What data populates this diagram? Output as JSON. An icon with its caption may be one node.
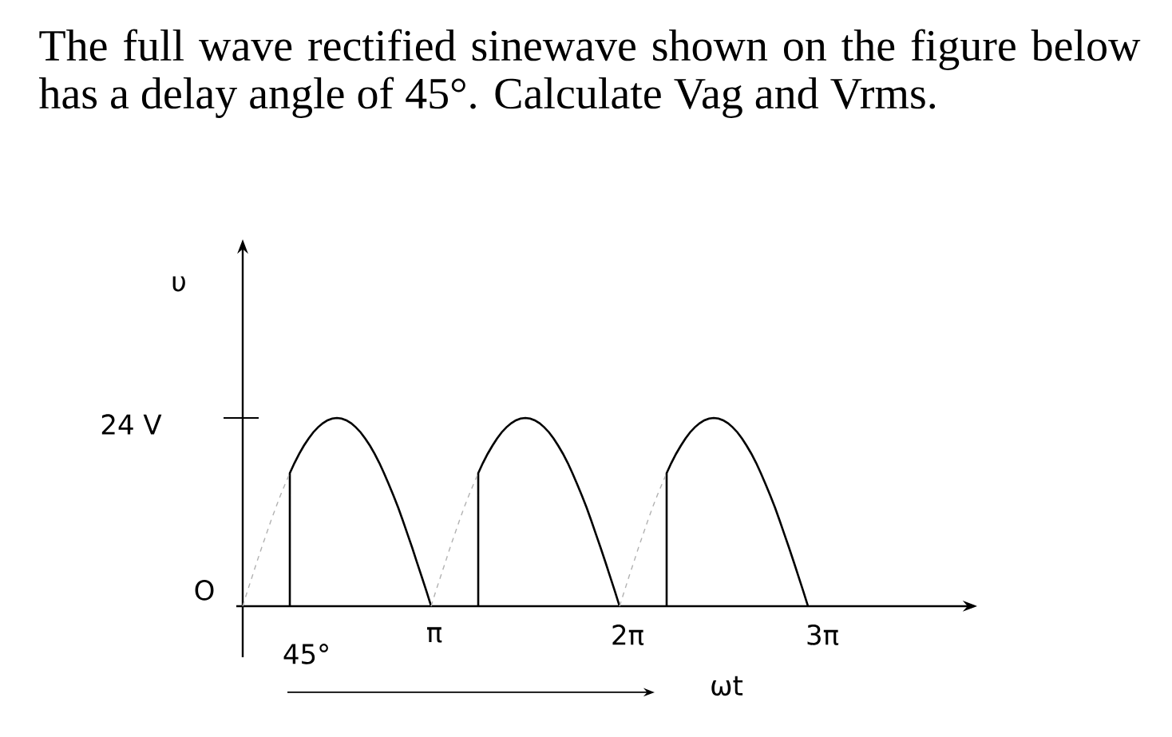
{
  "diagram": {
    "title": "The full wave rectified sinewave shown on the figure below has a delay angle of 45°. Calculate Vag and Vrms.",
    "labels": [
      "υ",
      "24 V",
      "O",
      "45°",
      "π",
      "2π",
      "3π",
      "ωt"
    ]
  }
}
